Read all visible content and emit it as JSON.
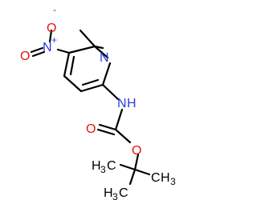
{
  "molecule": {
    "ring_nitrogen": "N",
    "nitro": {
      "charge": "-",
      "oxygen_top": "O",
      "oxygen_left": "O",
      "nitrogen": "N",
      "charge_plus": "+"
    },
    "carbamate": {
      "nh_n": "N",
      "nh_h": "H",
      "carbonyl_o": "O",
      "ester_o": "O"
    },
    "tert_butyl": {
      "left_methyl": {
        "c": "C",
        "h": "H",
        "sub": "3"
      },
      "bottom_methyl": {
        "c": "C",
        "h": "H",
        "sub": "3"
      },
      "right_methyl": {
        "c": "C",
        "h": "H",
        "sub": "3"
      }
    }
  }
}
